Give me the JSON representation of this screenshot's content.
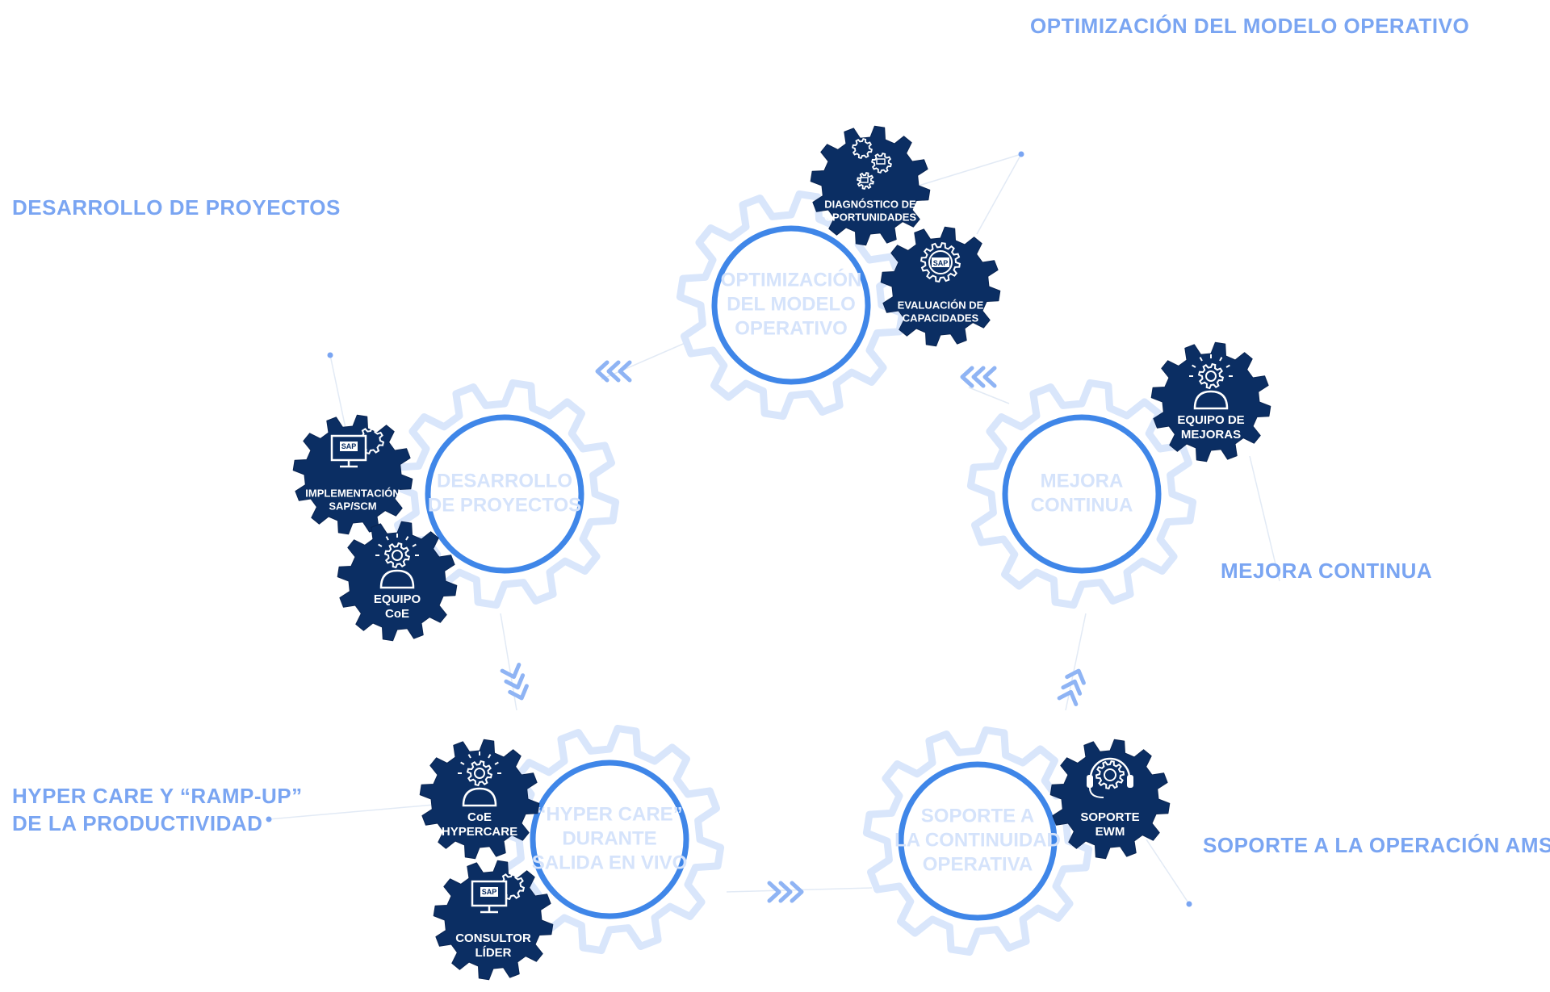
{
  "labels": {
    "optimizacion": "OPTIMIZACIÓN DEL MODELO OPERATIVO",
    "desarrollo": "DESARROLLO DE PROYECTOS",
    "hypercare_line1": "HYPER CARE Y “RAMP-UP”",
    "hypercare_line2": "DE LA PRODUCTIVIDAD",
    "mejora": "MEJORA CONTINUA",
    "soporte": "SOPORTE A LA OPERACIÓN AMS"
  },
  "cycle_gears": [
    {
      "id": "optimizacion",
      "lines": [
        "OPTIMIZACIÓN",
        "DEL MODELO",
        "OPERATIVO"
      ]
    },
    {
      "id": "mejora",
      "lines": [
        "MEJORA",
        "CONTINUA"
      ]
    },
    {
      "id": "soporte",
      "lines": [
        "SOPORTE A",
        "LA CONTINUIDAD",
        "OPERATIVA"
      ]
    },
    {
      "id": "hypercare",
      "lines": [
        "“HYPER CARE”",
        "DURANTE",
        "SALIDA EN VIVO"
      ]
    },
    {
      "id": "desarrollo",
      "lines": [
        "DESARROLLO",
        "DE PROYECTOS"
      ]
    }
  ],
  "badges": [
    {
      "id": "diagnostico",
      "icon": "gears-truck-icon",
      "lines": [
        "DIAGNÓSTICO DE",
        "OPORTUNIDADES"
      ]
    },
    {
      "id": "evaluacion",
      "icon": "sap-gear-icon",
      "lines": [
        "EVALUACIÓN DE",
        "CAPACIDADES"
      ]
    },
    {
      "id": "equipo-mejoras",
      "icon": "person-gear-icon",
      "lines": [
        "EQUIPO DE",
        "MEJORAS"
      ]
    },
    {
      "id": "soporte-ewm",
      "icon": "headset-gear-icon",
      "lines": [
        "SOPORTE",
        "EWM"
      ]
    },
    {
      "id": "implementacion",
      "icon": "sap-monitor-icon",
      "lines": [
        "IMPLEMENTACIÓN",
        "SAP/SCM"
      ]
    },
    {
      "id": "equipo-coe",
      "icon": "person-gear-icon",
      "lines": [
        "EQUIPO",
        "CoE"
      ]
    },
    {
      "id": "coe-hypercare",
      "icon": "person-gear-icon",
      "lines": [
        "CoE",
        "HYPERCARE"
      ]
    },
    {
      "id": "consultor",
      "icon": "sap-monitor-icon",
      "lines": [
        "CONSULTOR",
        "LÍDER"
      ]
    }
  ],
  "icon_text": {
    "sap": "SAP"
  },
  "colors": {
    "label": "#7aa5f2",
    "cycle_gear_fill": "#ffffff",
    "cycle_gear_stroke": "#d9e6fb",
    "cycle_ring": "#3f86e8",
    "cycle_text": "#d5e3fb",
    "badge_fill": "#0b2e63",
    "badge_text": "#ffffff",
    "chevron": "#8fb4f4",
    "connector": "#e2eaf5"
  }
}
